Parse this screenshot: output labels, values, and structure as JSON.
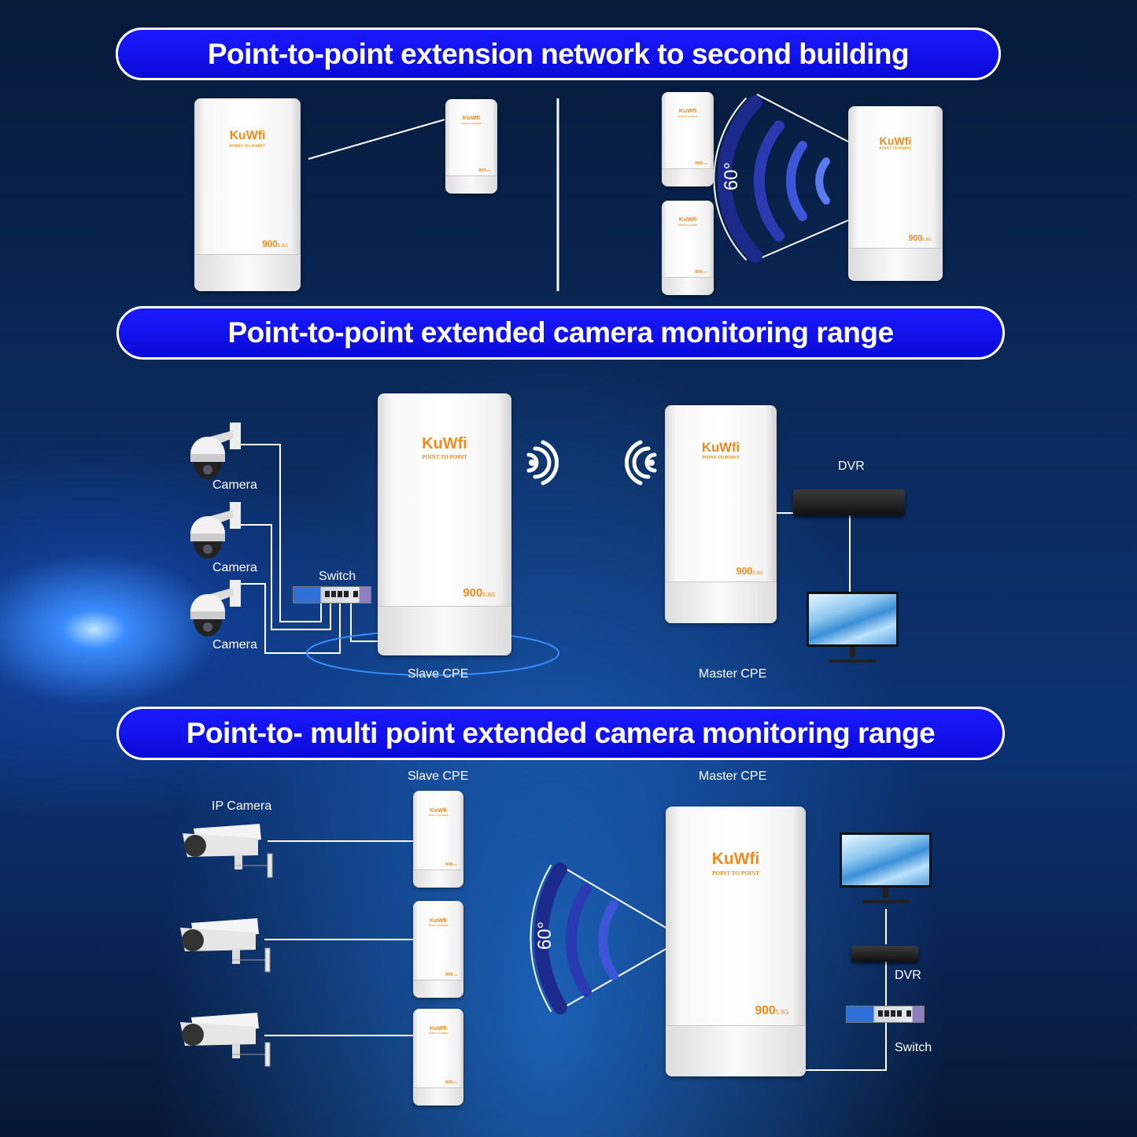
{
  "banners": [
    "Point-to-point extension network to second building",
    "Point-to-point extended camera monitoring range",
    "Point-to- multi point extended camera monitoring range"
  ],
  "device": {
    "brand": "KuWfi",
    "subtitle": "POINT TO POINT",
    "speed": "900",
    "band": "5.8G",
    "unit": "Mbps"
  },
  "angle": "60°",
  "section2": {
    "camera_label": "Camera",
    "switch_label": "Switch",
    "slave_label": "Slave CPE",
    "master_label": "Master CPE",
    "dvr_label": "DVR"
  },
  "section3": {
    "ip_camera_label": "IP Camera",
    "slave_label": "Slave CPE",
    "master_label": "Master CPE",
    "dvr_label": "DVR",
    "switch_label": "Switch"
  },
  "colors": {
    "banner": "#1414f0",
    "brand_orange": "#f08a1c"
  }
}
